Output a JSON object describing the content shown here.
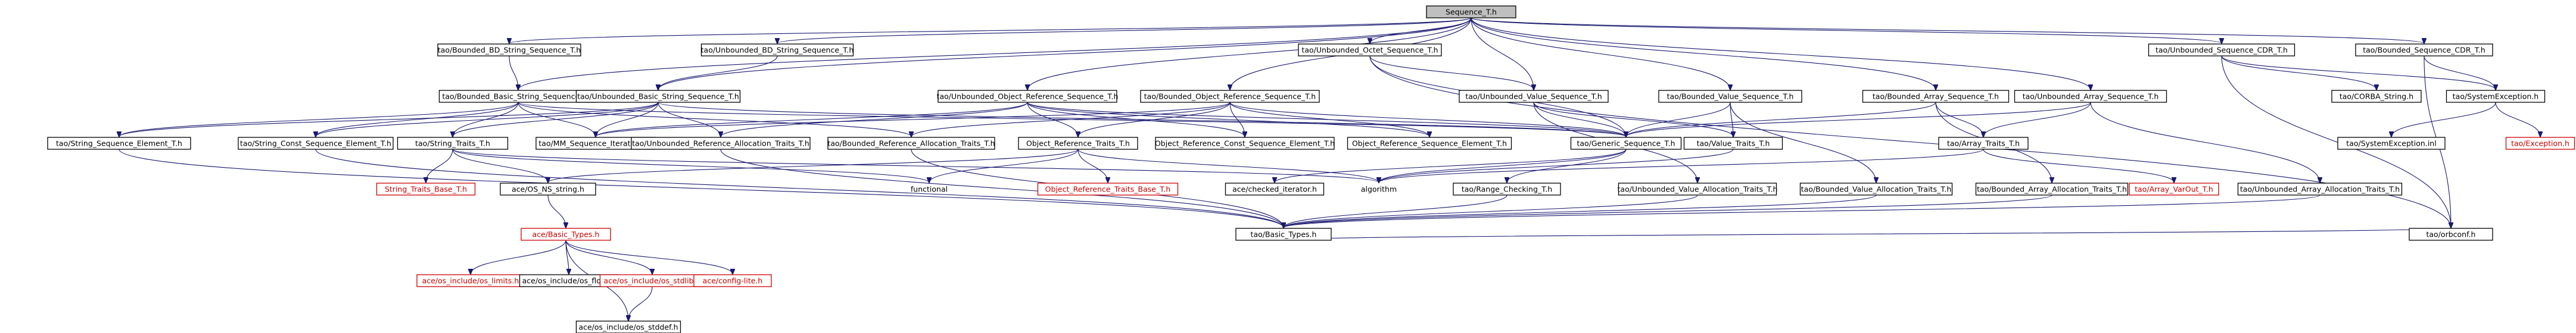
{
  "diagram": {
    "type": "include-dependency-graph",
    "edge_color": "#191970",
    "root_fill": "#bfbfbf",
    "missing_color": "#cc0000",
    "nodes": [
      {
        "id": "root",
        "label": "Sequence_T.h",
        "kind": "root"
      },
      {
        "id": "bbdst",
        "label": "tao/Bounded_BD_String_Sequence_T.h"
      },
      {
        "id": "ubdst",
        "label": "tao/Unbounded_BD_String_Sequence_T.h"
      },
      {
        "id": "uoct",
        "label": "tao/Unbounded_Octet_Sequence_T.h"
      },
      {
        "id": "ucdr",
        "label": "tao/Unbounded_Sequence_CDR_T.h"
      },
      {
        "id": "bcdr",
        "label": "tao/Bounded_Sequence_CDR_T.h"
      },
      {
        "id": "bbsst",
        "label": "tao/Bounded_Basic_String_Sequence_T.h"
      },
      {
        "id": "ubsst",
        "label": "tao/Unbounded_Basic_String_Sequence_T.h"
      },
      {
        "id": "uobj",
        "label": "tao/Unbounded_Object_Reference_Sequence_T.h"
      },
      {
        "id": "bobj",
        "label": "tao/Bounded_Object_Reference_Sequence_T.h"
      },
      {
        "id": "uval",
        "label": "tao/Unbounded_Value_Sequence_T.h"
      },
      {
        "id": "bval",
        "label": "tao/Bounded_Value_Sequence_T.h"
      },
      {
        "id": "barr",
        "label": "tao/Bounded_Array_Sequence_T.h"
      },
      {
        "id": "uarr",
        "label": "tao/Unbounded_Array_Sequence_T.h"
      },
      {
        "id": "corba",
        "label": "tao/CORBA_String.h"
      },
      {
        "id": "sysexc",
        "label": "tao/SystemException.h"
      },
      {
        "id": "strel",
        "label": "tao/String_Sequence_Element_T.h"
      },
      {
        "id": "strcel",
        "label": "tao/String_Const_Sequence_Element_T.h"
      },
      {
        "id": "strtr",
        "label": "tao/String_Traits_T.h"
      },
      {
        "id": "mmsi",
        "label": "tao/MM_Sequence_Iterator_T.h"
      },
      {
        "id": "ura",
        "label": "tao/Unbounded_Reference_Allocation_Traits_T.h"
      },
      {
        "id": "bra",
        "label": "tao/Bounded_Reference_Allocation_Traits_T.h"
      },
      {
        "id": "objtr",
        "label": "Object_Reference_Traits_T.h"
      },
      {
        "id": "objcel",
        "label": "Object_Reference_Const_Sequence_Element_T.h"
      },
      {
        "id": "objel",
        "label": "Object_Reference_Sequence_Element_T.h"
      },
      {
        "id": "gen",
        "label": "tao/Generic_Sequence_T.h"
      },
      {
        "id": "valtr",
        "label": "tao/Value_Traits_T.h"
      },
      {
        "id": "arrtr",
        "label": "tao/Array_Traits_T.h"
      },
      {
        "id": "sysexcinl",
        "label": "tao/SystemException.inl"
      },
      {
        "id": "exc",
        "label": "tao/Exception.h",
        "kind": "missing"
      },
      {
        "id": "strtrb",
        "label": "String_Traits_Base_T.h",
        "kind": "missing"
      },
      {
        "id": "osns",
        "label": "ace/OS_NS_string.h"
      },
      {
        "id": "functional",
        "label": "functional",
        "kind": "plain"
      },
      {
        "id": "objtrb",
        "label": "Object_Reference_Traits_Base_T.h",
        "kind": "missing"
      },
      {
        "id": "chk",
        "label": "ace/checked_iterator.h"
      },
      {
        "id": "algorithm",
        "label": "algorithm",
        "kind": "plain"
      },
      {
        "id": "rng",
        "label": "tao/Range_Checking_T.h"
      },
      {
        "id": "uva",
        "label": "tao/Unbounded_Value_Allocation_Traits_T.h"
      },
      {
        "id": "bva",
        "label": "tao/Bounded_Value_Allocation_Traits_T.h"
      },
      {
        "id": "baa",
        "label": "tao/Bounded_Array_Allocation_Traits_T.h"
      },
      {
        "id": "avo",
        "label": "tao/Array_VarOut_T.h",
        "kind": "missing"
      },
      {
        "id": "uaa",
        "label": "tao/Unbounded_Array_Allocation_Traits_T.h"
      },
      {
        "id": "abt",
        "label": "ace/Basic_Types.h",
        "kind": "missing"
      },
      {
        "id": "tbt",
        "label": "tao/Basic_Types.h"
      },
      {
        "id": "orbconf",
        "label": "tao/orbconf.h"
      },
      {
        "id": "oslim",
        "label": "ace/os_include/os_limits.h",
        "kind": "missing"
      },
      {
        "id": "osflt",
        "label": "ace/os_include/os_float.h"
      },
      {
        "id": "osstdlib",
        "label": "ace/os_include/os_stdlib.h",
        "kind": "missing"
      },
      {
        "id": "cfg",
        "label": "ace/config-lite.h",
        "kind": "missing"
      },
      {
        "id": "osstddef",
        "label": "ace/os_include/os_stddef.h"
      }
    ],
    "edges": [
      [
        "root",
        "bbdst"
      ],
      [
        "root",
        "ubdst"
      ],
      [
        "root",
        "uoct"
      ],
      [
        "root",
        "ucdr"
      ],
      [
        "root",
        "bcdr"
      ],
      [
        "root",
        "bbsst"
      ],
      [
        "root",
        "ubsst"
      ],
      [
        "root",
        "uobj"
      ],
      [
        "root",
        "bobj"
      ],
      [
        "root",
        "uval"
      ],
      [
        "root",
        "bval"
      ],
      [
        "root",
        "barr"
      ],
      [
        "root",
        "uarr"
      ],
      [
        "bbdst",
        "bbsst"
      ],
      [
        "ubdst",
        "ubsst"
      ],
      [
        "uoct",
        "uval"
      ],
      [
        "uoct",
        "gen"
      ],
      [
        "uoct",
        "orbconf"
      ],
      [
        "ucdr",
        "corba"
      ],
      [
        "ucdr",
        "sysexc"
      ],
      [
        "ucdr",
        "orbconf"
      ],
      [
        "bcdr",
        "sysexc"
      ],
      [
        "bcdr",
        "orbconf"
      ],
      [
        "sysexc",
        "sysexcinl"
      ],
      [
        "sysexc",
        "exc"
      ],
      [
        "bbsst",
        "strel"
      ],
      [
        "bbsst",
        "strcel"
      ],
      [
        "bbsst",
        "strtr"
      ],
      [
        "bbsst",
        "mmsi"
      ],
      [
        "bbsst",
        "bra"
      ],
      [
        "bbsst",
        "gen"
      ],
      [
        "ubsst",
        "strel"
      ],
      [
        "ubsst",
        "strcel"
      ],
      [
        "ubsst",
        "strtr"
      ],
      [
        "ubsst",
        "mmsi"
      ],
      [
        "ubsst",
        "ura"
      ],
      [
        "ubsst",
        "gen"
      ],
      [
        "uobj",
        "ura"
      ],
      [
        "uobj",
        "objtr"
      ],
      [
        "uobj",
        "objcel"
      ],
      [
        "uobj",
        "objel"
      ],
      [
        "uobj",
        "gen"
      ],
      [
        "uobj",
        "mmsi"
      ],
      [
        "bobj",
        "bra"
      ],
      [
        "bobj",
        "objtr"
      ],
      [
        "bobj",
        "objcel"
      ],
      [
        "bobj",
        "objel"
      ],
      [
        "bobj",
        "gen"
      ],
      [
        "bobj",
        "mmsi"
      ],
      [
        "uval",
        "gen"
      ],
      [
        "uval",
        "valtr"
      ],
      [
        "uval",
        "uva"
      ],
      [
        "bval",
        "gen"
      ],
      [
        "bval",
        "valtr"
      ],
      [
        "bval",
        "bva"
      ],
      [
        "barr",
        "gen"
      ],
      [
        "barr",
        "arrtr"
      ],
      [
        "barr",
        "baa"
      ],
      [
        "uarr",
        "gen"
      ],
      [
        "uarr",
        "arrtr"
      ],
      [
        "uarr",
        "uaa"
      ],
      [
        "strel",
        "tbt"
      ],
      [
        "strcel",
        "tbt"
      ],
      [
        "strtr",
        "strtrb"
      ],
      [
        "strtr",
        "osns"
      ],
      [
        "strtr",
        "algorithm"
      ],
      [
        "strtr",
        "functional"
      ],
      [
        "ura",
        "tbt"
      ],
      [
        "bra",
        "tbt"
      ],
      [
        "objtr",
        "objtrb"
      ],
      [
        "objtr",
        "algorithm"
      ],
      [
        "objtr",
        "functional"
      ],
      [
        "objtr",
        "osns"
      ],
      [
        "gen",
        "rng"
      ],
      [
        "gen",
        "chk"
      ],
      [
        "gen",
        "algorithm"
      ],
      [
        "valtr",
        "algorithm"
      ],
      [
        "arrtr",
        "avo"
      ],
      [
        "arrtr",
        "algorithm"
      ],
      [
        "osns",
        "abt"
      ],
      [
        "rng",
        "tbt"
      ],
      [
        "uva",
        "tbt"
      ],
      [
        "bva",
        "tbt"
      ],
      [
        "baa",
        "tbt"
      ],
      [
        "uaa",
        "tbt"
      ],
      [
        "abt",
        "oslim"
      ],
      [
        "abt",
        "osflt"
      ],
      [
        "abt",
        "osstdlib"
      ],
      [
        "abt",
        "cfg"
      ],
      [
        "abt",
        "osstddef"
      ],
      [
        "osstdlib",
        "osstddef"
      ],
      [
        "tbt",
        "orbconf"
      ]
    ]
  }
}
